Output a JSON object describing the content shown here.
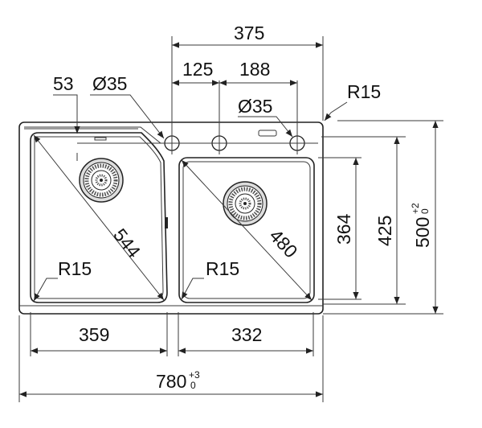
{
  "diagram": {
    "dimensions": {
      "overall_width": "780",
      "overall_width_tol_upper": "+3",
      "overall_width_tol_lower": "0",
      "overall_depth": "500",
      "overall_depth_tol_upper": "+2",
      "overall_depth_tol_lower": "0",
      "big_bowl_width": "359",
      "small_bowl_width": "332",
      "big_bowl_diagonal": "544",
      "small_bowl_diagonal": "480",
      "big_bowl_depth": "425",
      "small_bowl_depth": "364",
      "tap_zone_width": "375",
      "tap_spacing_1": "125",
      "tap_spacing_2": "188",
      "drain_offset": "53",
      "tap_hole_dia_1": "Ø35",
      "tap_hole_dia_2": "Ø35",
      "corner_radius_outer": "R15",
      "corner_radius_big": "R15",
      "corner_radius_small": "R15"
    },
    "colors": {
      "line": "#222222",
      "text": "#111111",
      "background": "#ffffff"
    },
    "icons": {
      "drain": "strainer-drain-icon",
      "tap_hole": "tap-hole-crosshair-icon"
    }
  }
}
